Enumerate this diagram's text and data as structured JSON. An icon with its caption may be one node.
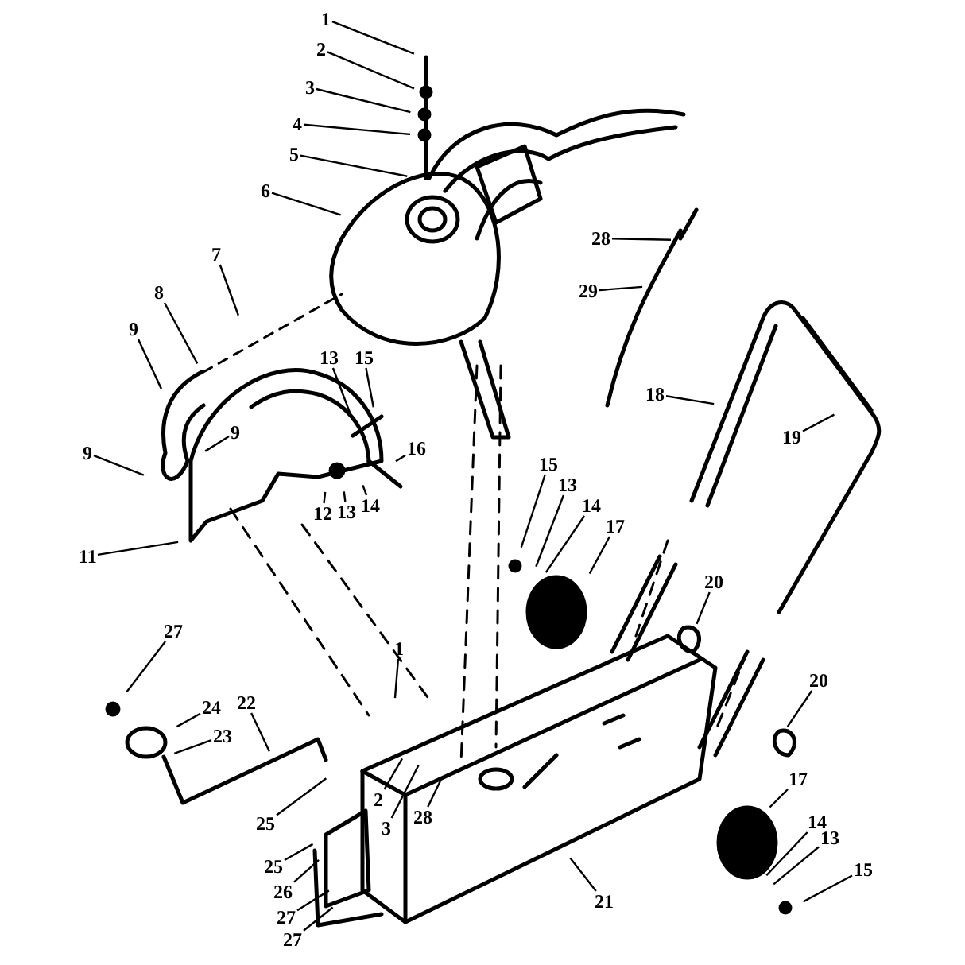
{
  "diagram": {
    "nodes": [
      {
        "text": [
          "1"
        ]
      },
      {
        "text": [
          "2"
        ]
      },
      {
        "text": [
          "3"
        ]
      },
      {
        "text": [
          "4"
        ]
      },
      {
        "text": [
          "5"
        ]
      },
      {
        "text": [
          "6"
        ]
      },
      {
        "text": [
          "28"
        ]
      },
      {
        "text": [
          "7"
        ]
      },
      {
        "text": [
          "29"
        ]
      },
      {
        "text": [
          "8"
        ]
      },
      {
        "text": [
          "9"
        ]
      },
      {
        "text": [
          "13"
        ]
      },
      {
        "text": [
          "15"
        ]
      },
      {
        "text": [
          "18"
        ]
      },
      {
        "text": [
          "9"
        ]
      },
      {
        "text": [
          "19"
        ]
      },
      {
        "text": [
          "16"
        ]
      },
      {
        "text": [
          "9"
        ]
      },
      {
        "text": [
          "15"
        ]
      },
      {
        "text": [
          "13"
        ]
      },
      {
        "text": [
          "12"
        ]
      },
      {
        "text": [
          "13"
        ]
      },
      {
        "text": [
          "14"
        ]
      },
      {
        "text": [
          "14"
        ]
      },
      {
        "text": [
          "17"
        ]
      },
      {
        "text": [
          "11"
        ]
      },
      {
        "text": [
          "20"
        ]
      },
      {
        "text": [
          "27"
        ]
      },
      {
        "text": [
          "1"
        ]
      },
      {
        "text": [
          "20"
        ]
      },
      {
        "text": [
          "22"
        ]
      },
      {
        "text": [
          "24"
        ]
      },
      {
        "text": [
          "23"
        ]
      },
      {
        "text": [
          "17"
        ]
      },
      {
        "text": [
          "2"
        ]
      },
      {
        "text": [
          "3"
        ]
      },
      {
        "text": [
          "28"
        ]
      },
      {
        "text": [
          "25"
        ]
      },
      {
        "text": [
          "14"
        ]
      },
      {
        "text": [
          "13"
        ]
      },
      {
        "text": [
          "25"
        ]
      },
      {
        "text": [
          "15"
        ]
      },
      {
        "text": [
          "26"
        ]
      },
      {
        "text": [
          "21"
        ]
      },
      {
        "text": [
          "27"
        ]
      },
      {
        "text": [
          "27"
        ]
      }
    ],
    "edges": [
      {
        "from": 0,
        "to": null,
        "arrow": "none"
      },
      {
        "from": 1,
        "to": null,
        "arrow": "none"
      },
      {
        "from": 2,
        "to": null,
        "arrow": "none"
      },
      {
        "from": 3,
        "to": null,
        "arrow": "none"
      },
      {
        "from": 4,
        "to": null,
        "arrow": "none"
      },
      {
        "from": 5,
        "to": null,
        "arrow": "none"
      },
      {
        "from": 6,
        "to": null,
        "arrow": "none"
      },
      {
        "from": 7,
        "to": null,
        "arrow": "none"
      },
      {
        "from": 8,
        "to": null,
        "arrow": "none"
      },
      {
        "from": 9,
        "to": null,
        "arrow": "none"
      },
      {
        "from": 10,
        "to": null,
        "arrow": "none"
      },
      {
        "from": 11,
        "to": null,
        "arrow": "none"
      },
      {
        "from": 12,
        "to": null,
        "arrow": "none"
      },
      {
        "from": 13,
        "to": null,
        "arrow": "none"
      },
      {
        "from": 14,
        "to": null,
        "arrow": "none"
      },
      {
        "from": 15,
        "to": null,
        "arrow": "none"
      },
      {
        "from": 16,
        "to": null,
        "arrow": "none"
      },
      {
        "from": 17,
        "to": null,
        "arrow": "none"
      },
      {
        "from": 18,
        "to": null,
        "arrow": "none"
      },
      {
        "from": 19,
        "to": null,
        "arrow": "none"
      },
      {
        "from": 20,
        "to": null,
        "arrow": "none"
      },
      {
        "from": 21,
        "to": null,
        "arrow": "none"
      },
      {
        "from": 22,
        "to": null,
        "arrow": "none"
      },
      {
        "from": 23,
        "to": null,
        "arrow": "none"
      },
      {
        "from": 24,
        "to": null,
        "arrow": "none"
      },
      {
        "from": 25,
        "to": null,
        "arrow": "none"
      },
      {
        "from": 26,
        "to": null,
        "arrow": "none"
      },
      {
        "from": 27,
        "to": null,
        "arrow": "none"
      },
      {
        "from": 28,
        "to": null,
        "arrow": "none"
      },
      {
        "from": 29,
        "to": null,
        "arrow": "none"
      },
      {
        "from": 30,
        "to": null,
        "arrow": "none"
      },
      {
        "from": 31,
        "to": null,
        "arrow": "none"
      },
      {
        "from": 32,
        "to": null,
        "arrow": "none"
      },
      {
        "from": 33,
        "to": null,
        "arrow": "none"
      },
      {
        "from": 34,
        "to": null,
        "arrow": "none"
      },
      {
        "from": 35,
        "to": null,
        "arrow": "none"
      },
      {
        "from": 36,
        "to": null,
        "arrow": "none"
      },
      {
        "from": 37,
        "to": null,
        "arrow": "none"
      },
      {
        "from": 38,
        "to": null,
        "arrow": "none"
      },
      {
        "from": 39,
        "to": null,
        "arrow": "none"
      },
      {
        "from": 40,
        "to": null,
        "arrow": "none"
      },
      {
        "from": 41,
        "to": null,
        "arrow": "none"
      },
      {
        "from": 42,
        "to": null,
        "arrow": "none"
      },
      {
        "from": 43,
        "to": null,
        "arrow": "none"
      },
      {
        "from": 44,
        "to": null,
        "arrow": "none"
      },
      {
        "from": 45,
        "to": null,
        "arrow": "none"
      }
    ]
  }
}
